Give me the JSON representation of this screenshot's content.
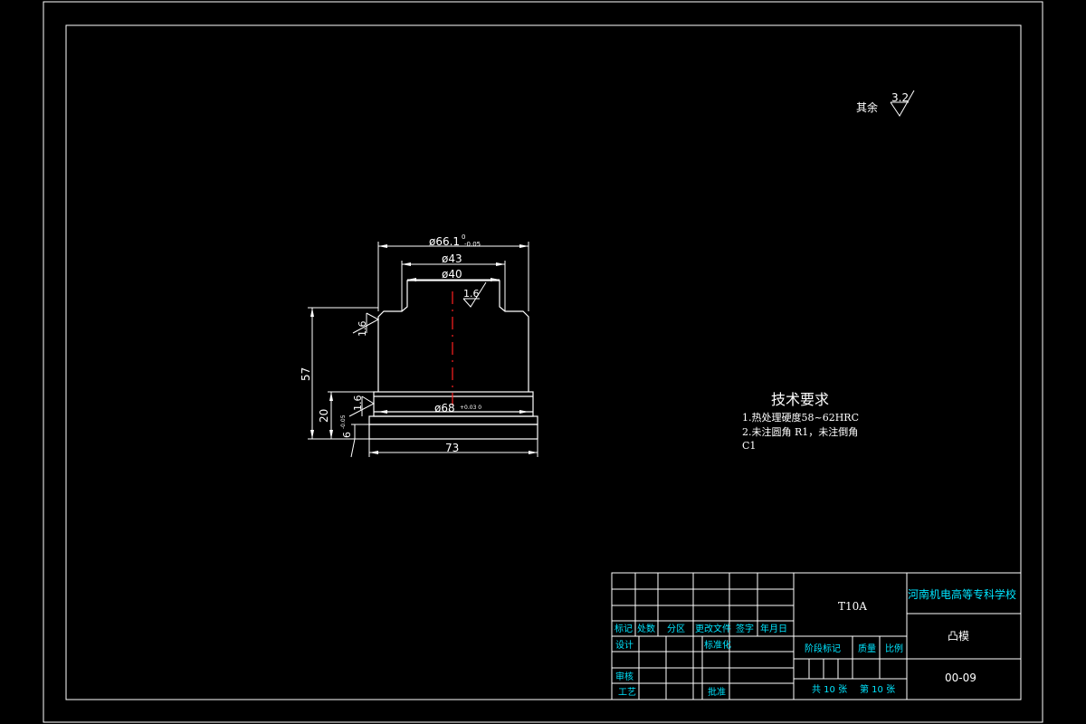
{
  "surface_roughness_note": {
    "label": "其余",
    "value": "3.2"
  },
  "dimensions": {
    "dia_top": "ø66.1",
    "dia_top_tol_upper": "0",
    "dia_top_tol_lower": "-0.05",
    "dia_43": "ø43",
    "dia_40": "ø40",
    "dia_68": "ø68",
    "dia_68_tol": "+0.03 0",
    "height_57": "57",
    "height_20": "20",
    "height_6": "6",
    "height_6_tol": "-0.05",
    "width_73": "73",
    "rough_top": "1.6",
    "rough_left": "1.6",
    "rough_lower": "1.6"
  },
  "tech_requirements": {
    "title": "技术要求",
    "line1": "1.热处理硬度58~62HRC",
    "line2": "2.未注圆角 R1，未注倒角",
    "line3": "C1"
  },
  "title_block": {
    "material": "T10A",
    "school": "河南机电高等专科学校",
    "part_name": "凸模",
    "drawing_no": "00-09",
    "rev_headers": [
      "标记",
      "处数",
      "分区",
      "更改文件",
      "签字",
      "年月日"
    ],
    "design": "设计",
    "standardize": "标准化",
    "review": "审核",
    "process": "工艺",
    "approve": "批准",
    "stage_mark": "阶段标记",
    "weight": "质量",
    "scale": "比例",
    "total_sheets": "共 10 张",
    "sheet_no": "第 10 张"
  }
}
